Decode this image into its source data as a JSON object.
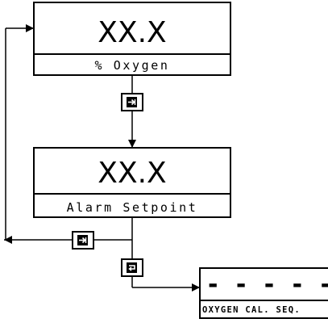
{
  "display_main": {
    "value": "XX.X",
    "label": "% Oxygen"
  },
  "display_alarm": {
    "value": "XX.X",
    "label": "Alarm Setpoint"
  },
  "display_cal": {
    "value": "- - - - -",
    "label": "OXYGEN CAL. SEQ."
  },
  "keys": [
    {
      "name": "enter-key",
      "icon": "enter-icon"
    },
    {
      "name": "enter-key",
      "icon": "enter-icon"
    },
    {
      "name": "return-key",
      "icon": "return-icon"
    }
  ]
}
